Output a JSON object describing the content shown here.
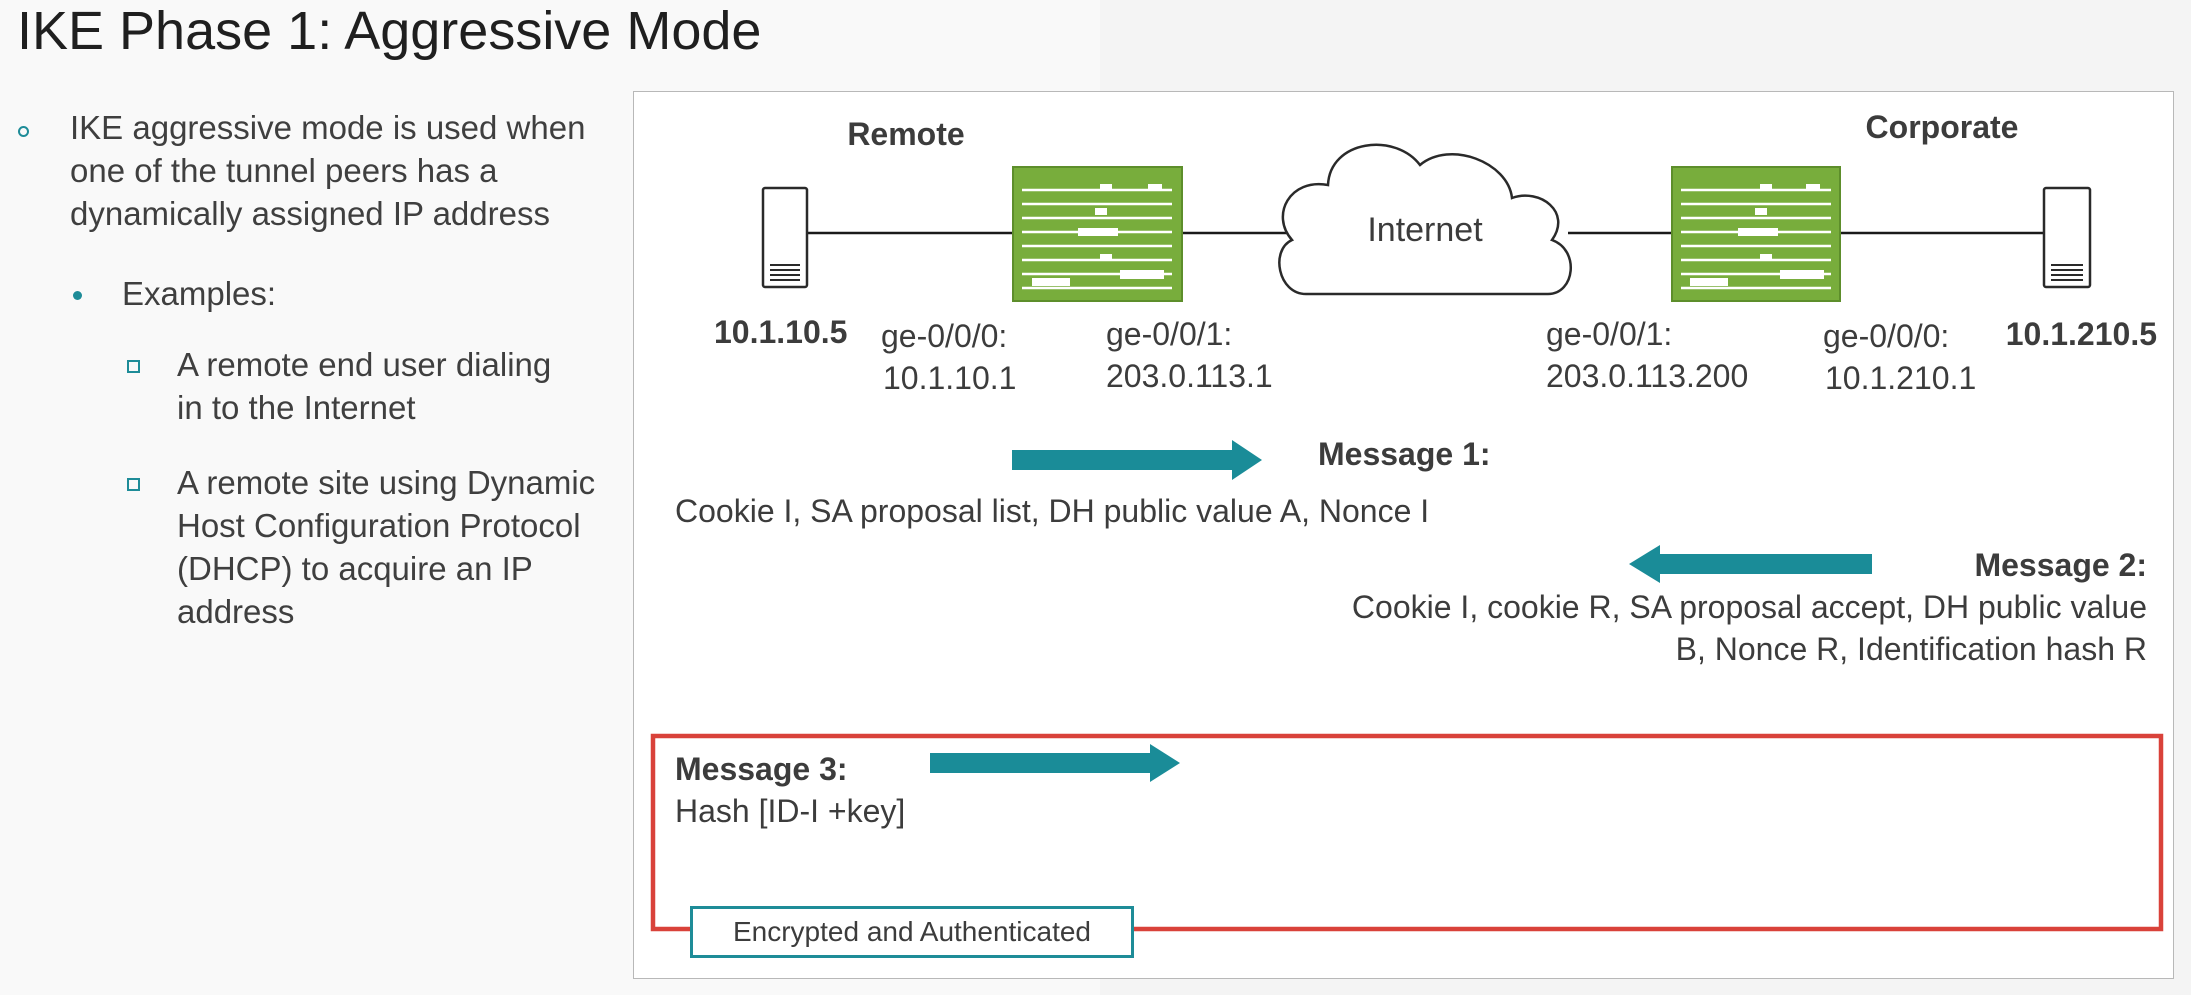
{
  "title": "IKE Phase 1: Aggressive Mode",
  "bullets": {
    "main_lines": [
      "IKE aggressive mode is used when",
      "one of the tunnel peers has a",
      "dynamically assigned IP address"
    ],
    "examples_label": "Examples:",
    "example1_lines": [
      "A remote end user dialing",
      "in to the Internet"
    ],
    "example2_lines": [
      "A remote site using Dynamic",
      "Host Configuration Protocol",
      "(DHCP) to acquire an IP",
      "address"
    ]
  },
  "diagram": {
    "remote_label": "Remote",
    "corporate_label": "Corporate",
    "internet_label": "Internet",
    "remote_host_ip": "10.1.10.5",
    "remote_ge000_label": "ge-0/0/0:",
    "remote_ge000_ip": "10.1.10.1",
    "remote_ge001_label": "ge-0/0/1:",
    "remote_ge001_ip": "203.0.113.1",
    "corp_ge001_label": "ge-0/0/1:",
    "corp_ge001_ip": "203.0.113.200",
    "corp_ge000_label": "ge-0/0/0:",
    "corp_ge000_ip": "10.1.210.1",
    "corp_host_ip": "10.1.210.5",
    "message1_title": "Message 1:",
    "message1_body": "Cookie I, SA proposal list, DH public value A, Nonce I",
    "message2_title": "Message 2:",
    "message2_line1": "Cookie I, cookie R, SA proposal accept, DH public value",
    "message2_line2": "B, Nonce R, Identification hash R",
    "message3_title": "Message 3:",
    "message3_body": "Hash [ID-I +key]",
    "encrypted_label": "Encrypted and Authenticated"
  },
  "colors": {
    "accent_teal": "#1a8c98",
    "router_green": "#78ad3c",
    "highlight_red": "#d9423a"
  }
}
